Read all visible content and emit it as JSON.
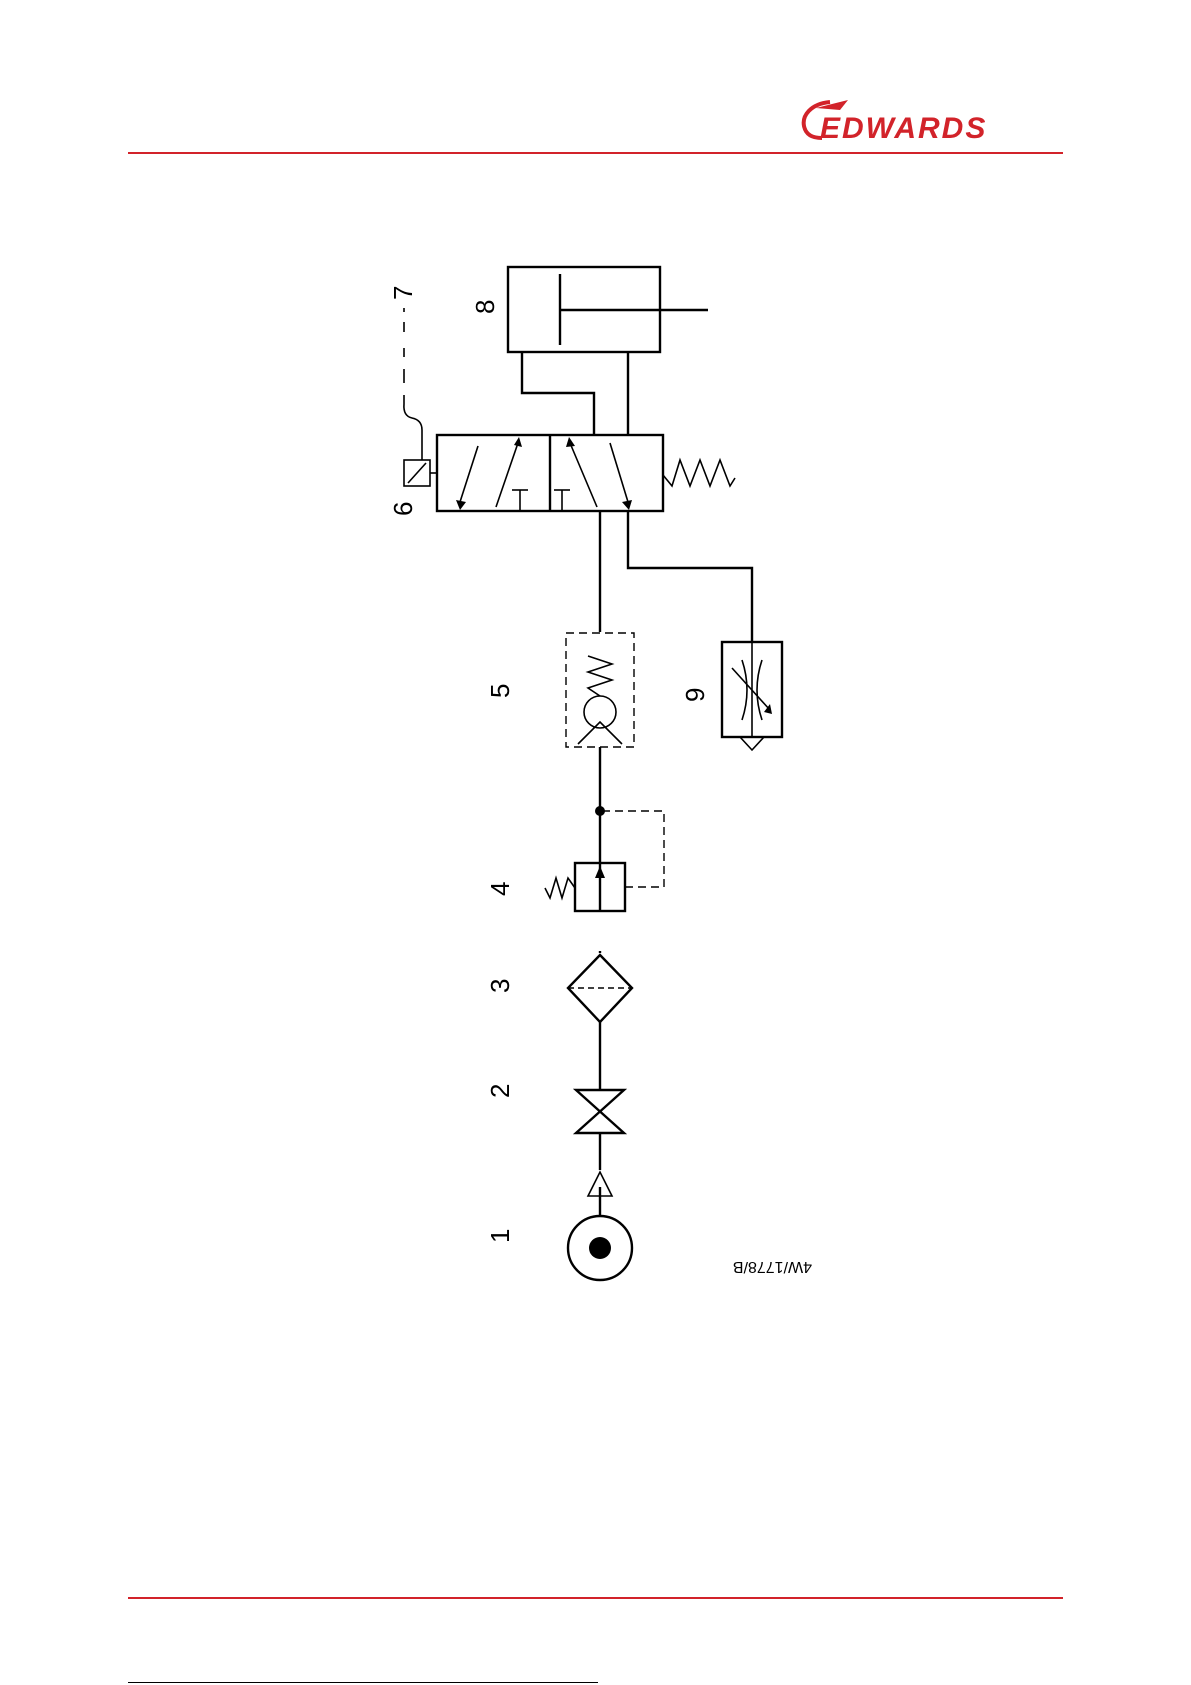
{
  "brand": {
    "name": "EDWARDS",
    "color": "#d2232a"
  },
  "diagram": {
    "drawing_code": "4W/1778/B",
    "labels": {
      "item1": "1",
      "item2": "2",
      "item3": "3",
      "item4": "4",
      "item5": "5",
      "item6": "6",
      "item7": "7",
      "item8": "8",
      "item9": "9"
    }
  }
}
